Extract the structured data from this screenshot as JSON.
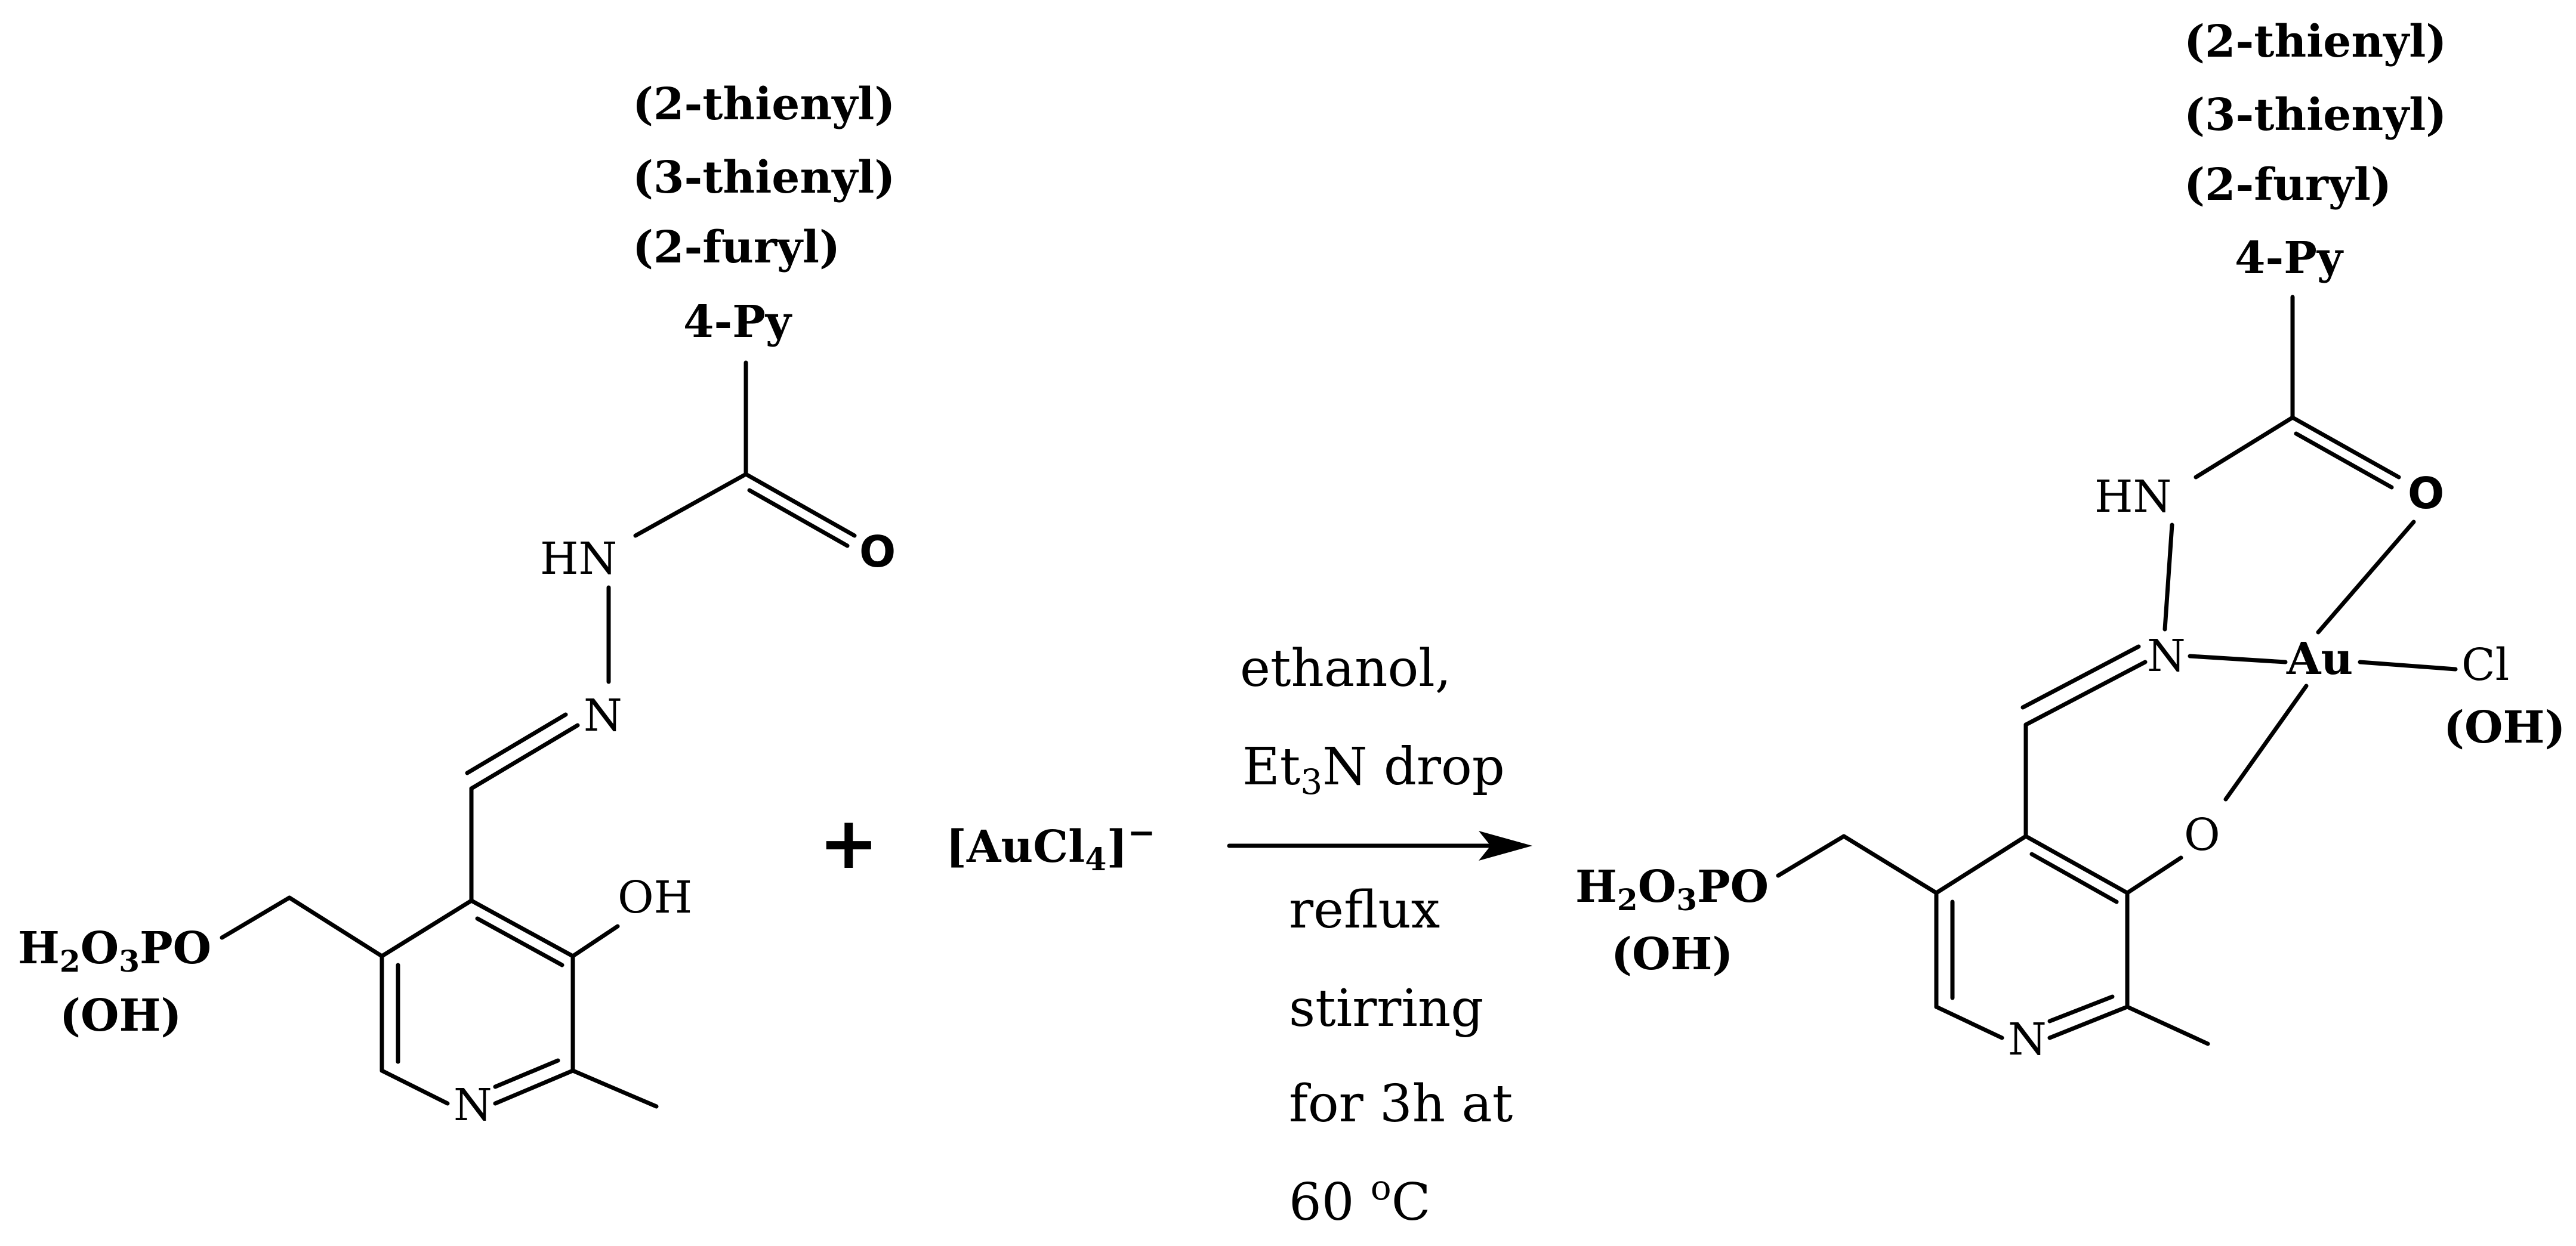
{
  "scheme": {
    "substituents": [
      "(2-thienyl)",
      "(3-thienyl)",
      "(2-furyl)",
      "4-Py"
    ],
    "reactant": {
      "nh": "HN",
      "n_imine": "N",
      "carbonyl_o": "O",
      "oh": "OH",
      "ring_n": "N",
      "phosphate": {
        "h": "H",
        "sub2": "2",
        "o": "O",
        "sub3": "3",
        "rest": "PO"
      },
      "phosphate_alt": "(OH)"
    },
    "plus": "+",
    "gold_salt": {
      "open": "[AuCl",
      "sub": "4",
      "close": "]",
      "charge": "−"
    },
    "conditions": {
      "line1": "ethanol,",
      "et": "Et",
      "et_sub": "3",
      "et_rest": "N drop",
      "line3": "reflux",
      "line4": "stirring",
      "line5": "for 3h at",
      "temp_value": "60 ",
      "temp_sup": "o",
      "temp_unit": "C"
    },
    "product": {
      "nh": "HN",
      "carbonyl_o": "O",
      "n_imine": "N",
      "metal": "Au",
      "chloride": "Cl",
      "chloride_alt": "(OH)",
      "phenolate_o": "O",
      "ring_n": "N",
      "phosphate": {
        "h": "H",
        "sub2": "2",
        "o": "O",
        "sub3": "3",
        "rest": "PO"
      },
      "phosphate_alt": "(OH)"
    }
  }
}
